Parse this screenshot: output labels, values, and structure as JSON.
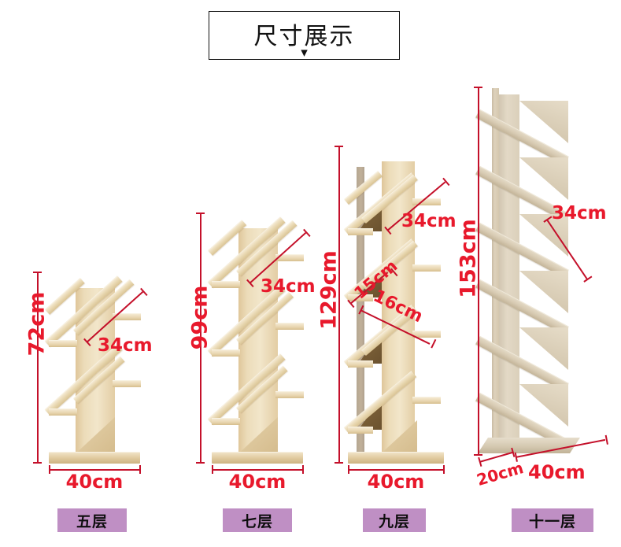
{
  "header": {
    "title": "尺寸展示",
    "chevron": "⌄"
  },
  "colors": {
    "measure_red": "#e8192c",
    "line_red": "#c4102a",
    "badge_purple": "#bf8fc4",
    "background": "#ffffff",
    "wood_light": "#ecdcb9",
    "wood_shadow": "#7a5f38",
    "wood_pale": "#d4c7ae"
  },
  "products": [
    {
      "id": "five-tier",
      "badge": "五层",
      "tiers": 5,
      "height": "72cm",
      "width": "40cm",
      "diagonal": "34cm",
      "depth": null,
      "shelf_rise": null
    },
    {
      "id": "seven-tier",
      "badge": "七层",
      "tiers": 7,
      "height": "99cm",
      "width": "40cm",
      "diagonal": "34cm",
      "depth": null,
      "shelf_rise": null
    },
    {
      "id": "nine-tier",
      "badge": "九层",
      "tiers": 9,
      "height": "129cm",
      "width": "40cm",
      "diagonal": "34cm",
      "depth": "15cm",
      "shelf_rise": "16cm"
    },
    {
      "id": "eleven-tier",
      "badge": "十一层",
      "tiers": 11,
      "height": "153cm",
      "width": "40cm",
      "diagonal": "34cm",
      "depth": "20cm",
      "shelf_rise": null
    }
  ]
}
